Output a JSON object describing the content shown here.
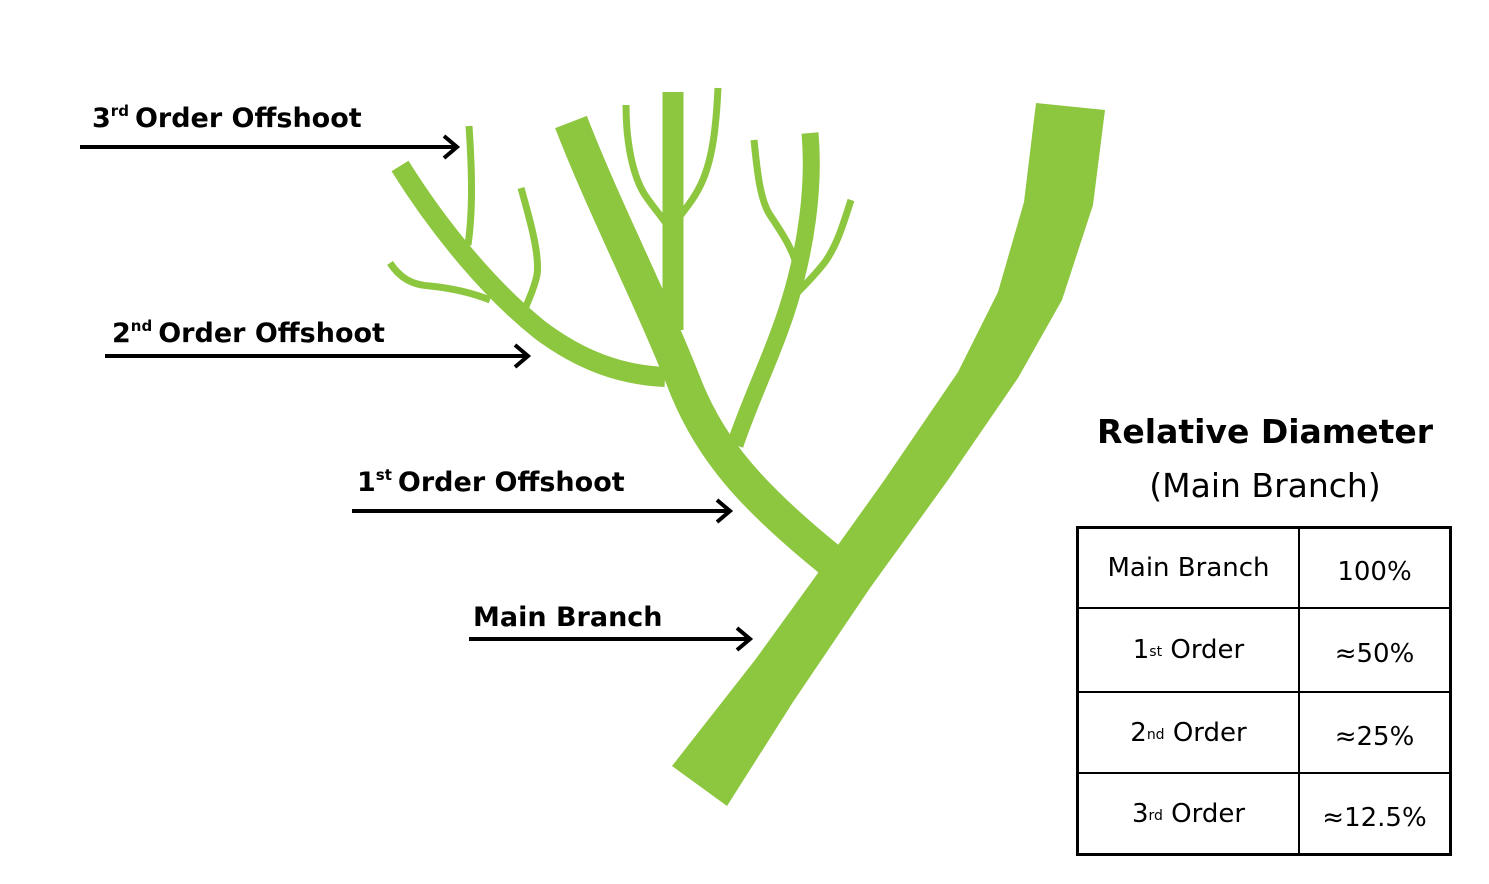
{
  "colors": {
    "branch": "#8dc63f",
    "arrow": "#000000",
    "text": "#000000",
    "background": "#ffffff"
  },
  "callouts": [
    {
      "id": "third",
      "number": "3",
      "suffix": "rd",
      "text": "Order Offshoot"
    },
    {
      "id": "second",
      "number": "2",
      "suffix": "nd",
      "text": "Order Offshoot"
    },
    {
      "id": "first",
      "number": "1",
      "suffix": "st",
      "text": "Order Offshoot"
    },
    {
      "id": "main",
      "number": "",
      "suffix": "",
      "text": "Main Branch"
    }
  ],
  "table": {
    "title": "Relative Diameter",
    "subtitle": "(Main Branch)",
    "rows": [
      {
        "number": "",
        "suffix": "",
        "label": "Main Branch",
        "value": "100%"
      },
      {
        "number": "1",
        "suffix": "st",
        "label": "Order",
        "value": "≈50%"
      },
      {
        "number": "2",
        "suffix": "nd",
        "label": "Order",
        "value": "≈25%"
      },
      {
        "number": "3",
        "suffix": "rd",
        "label": "Order",
        "value": "≈12.5%"
      }
    ]
  }
}
